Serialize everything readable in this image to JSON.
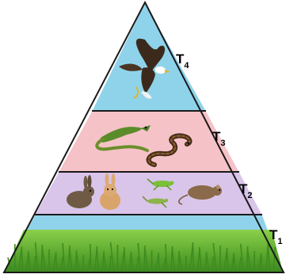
{
  "pyramid": {
    "levels": [
      {
        "id": "t4",
        "label_base": "T",
        "label_sub": "4",
        "organisms": [
          "eagle"
        ],
        "color": "#8fd3ea"
      },
      {
        "id": "t3",
        "label_base": "T",
        "label_sub": "3",
        "organisms": [
          "lizard",
          "snake"
        ],
        "color": "#f5c2c7"
      },
      {
        "id": "t2",
        "label_base": "T",
        "label_sub": "2",
        "organisms": [
          "rabbit",
          "rabbit",
          "grasshopper",
          "grasshopper",
          "rat"
        ],
        "color": "#d9c4ea"
      },
      {
        "id": "t1",
        "label_base": "T",
        "label_sub": "1",
        "organisms": [
          "grass"
        ],
        "color": "#8fd3ea"
      }
    ],
    "outline_color": "#1a1a1a",
    "grass_color": "#58a533"
  }
}
